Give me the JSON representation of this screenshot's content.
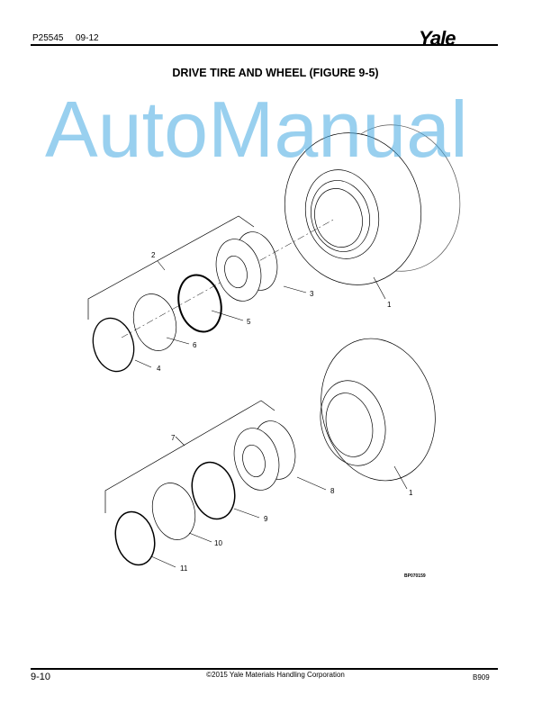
{
  "header": {
    "doc_number": "P25545",
    "date": "09-12",
    "logo_text": "Yale"
  },
  "title": "DRIVE TIRE AND WHEEL (FIGURE 9-5)",
  "figure": {
    "callouts": [
      "1",
      "2",
      "3",
      "4",
      "5",
      "6",
      "7",
      "8",
      "9",
      "10",
      "11"
    ],
    "callout_1b": "1",
    "drawing_code": "BP070159"
  },
  "watermark": "AutoManual",
  "footer": {
    "page": "9-10",
    "copyright": "©2015 Yale Materials Handling Corporation",
    "form_code": "B909"
  }
}
